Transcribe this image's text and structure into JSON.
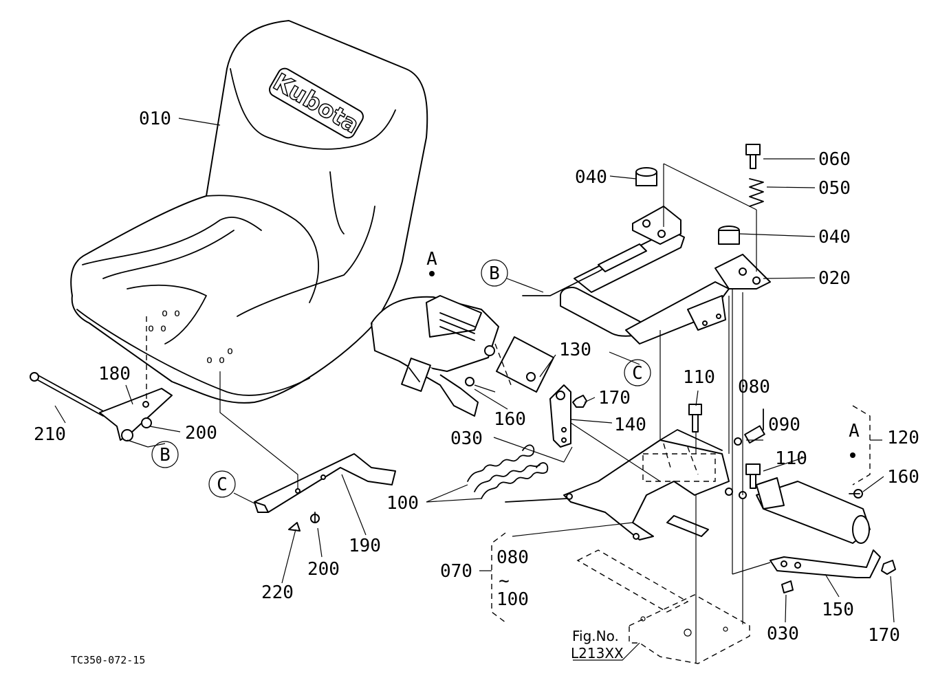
{
  "diagram": {
    "drawing_code": "TC350-072-15",
    "brand_logo": "Kubota",
    "fig_ref": {
      "line1": "Fig.No.",
      "line2": "L213XX"
    },
    "parts": {
      "p010": "010",
      "p020": "020",
      "p030a": "030",
      "p030b": "030",
      "p040a": "040",
      "p040b": "040",
      "p050": "050",
      "p060": "060",
      "p070": "070",
      "p080a": "080",
      "p080b": "080",
      "p090": "090",
      "p100a": "100",
      "p100b": "100",
      "p110a": "110",
      "p110b": "110",
      "p120": "120",
      "p130": "130",
      "p140": "140",
      "p150": "150",
      "p160a": "160",
      "p160b": "160",
      "p170a": "170",
      "p170b": "170",
      "p180": "180",
      "p190": "190",
      "p200a": "200",
      "p200b": "200",
      "p210": "210",
      "p220": "220"
    },
    "range_symbol": "~",
    "refs": {
      "A1": "A",
      "A2": "A",
      "B1": "B",
      "B2": "B",
      "C1": "C",
      "C2": "C"
    }
  }
}
